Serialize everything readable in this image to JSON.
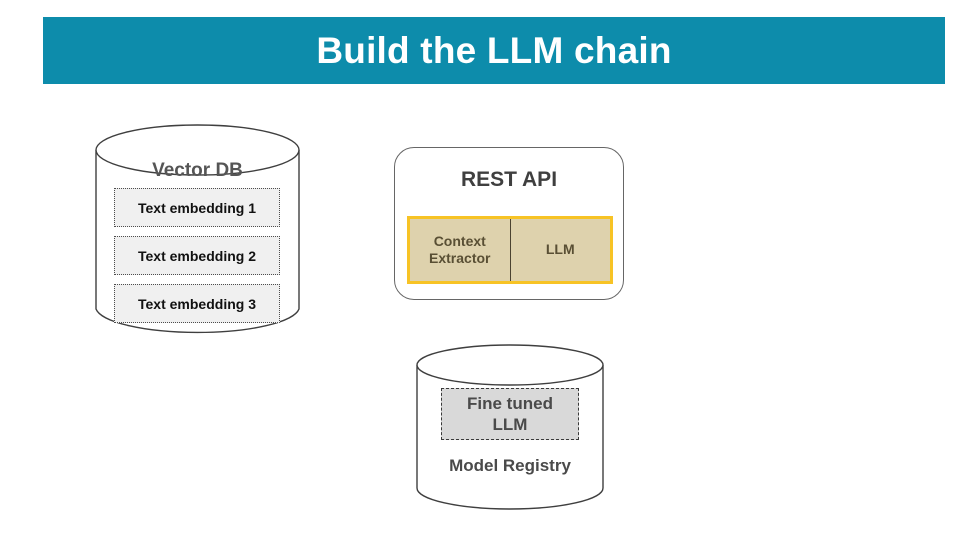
{
  "slide": {
    "title": "Build the LLM chain",
    "banner_color": "#0d8cab",
    "background_color": "#ffffff"
  },
  "vector_db": {
    "label": "Vector DB",
    "shape": "cylinder",
    "items": [
      {
        "label": "Text embedding 1"
      },
      {
        "label": "Text embedding 2"
      },
      {
        "label": "Text embedding 3"
      }
    ]
  },
  "rest_api": {
    "label": "REST API",
    "shape": "rounded-rectangle",
    "accent_color": "#f7c325",
    "fill_color": "#ded2ad",
    "services": [
      {
        "label": "Context\nExtractor",
        "line1": "Context",
        "line2": "Extractor"
      },
      {
        "label": "LLM",
        "line1": "LLM",
        "line2": ""
      }
    ]
  },
  "model_registry": {
    "label": "Model Registry",
    "shape": "cylinder",
    "artifact": {
      "line1": "Fine tuned",
      "line2": "LLM"
    }
  }
}
